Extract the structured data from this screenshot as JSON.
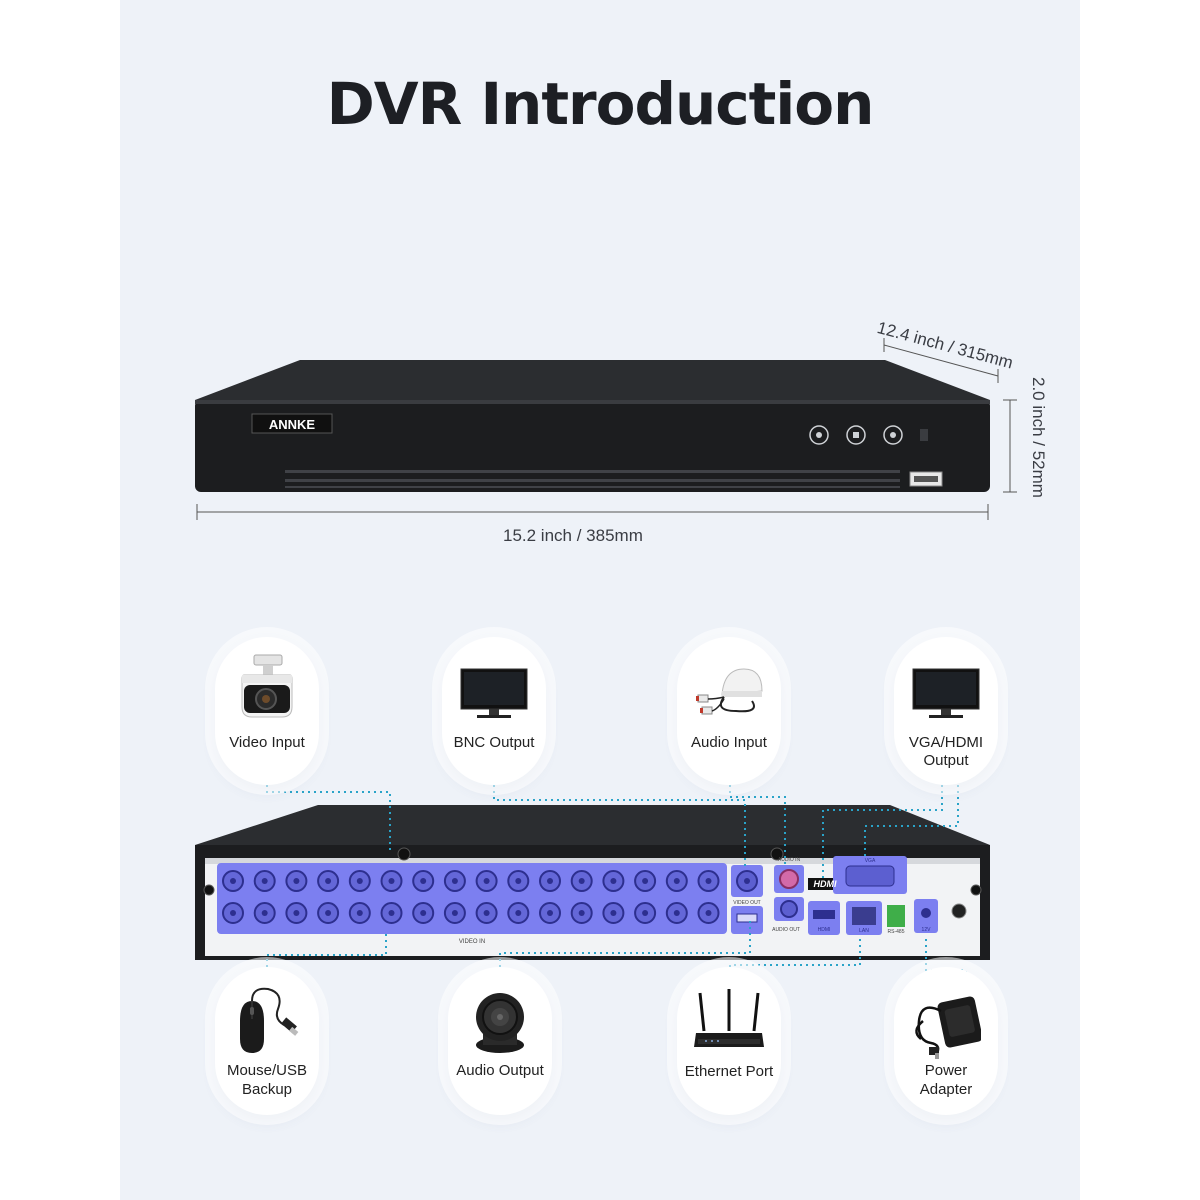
{
  "page": {
    "title": "DVR Introduction"
  },
  "dimensions": {
    "depth": "12.4 inch / 315mm",
    "height": "2.0 inch / 52mm",
    "width": "15.2 inch / 385mm"
  },
  "front_panel": {
    "brand": "ANNKE"
  },
  "rear_panel": {
    "video_in_label": "VIDEO IN",
    "video_out_label": "VIDEO OUT",
    "audio_in_label": "AUDIO IN",
    "audio_out_label": "AUDIO OUT",
    "hdmi_label": "HDMI",
    "vga_label": "VGA",
    "lan_label": "LAN",
    "rs485_label": "RS-485",
    "power_label": "12V"
  },
  "connections_top": [
    {
      "label": "Video Input",
      "icon": "camera-icon"
    },
    {
      "label": "BNC Output",
      "icon": "monitor-icon"
    },
    {
      "label": "Audio Input",
      "icon": "microphone-icon"
    },
    {
      "label": "VGA/HDMI Output",
      "label_line1": "VGA/HDMI",
      "label_line2": "Output",
      "icon": "monitor-icon"
    }
  ],
  "connections_bottom": [
    {
      "label": "Mouse/USB Backup",
      "label_line1": "Mouse/USB",
      "label_line2": "Backup",
      "icon": "mouse-icon"
    },
    {
      "label": "Audio Output",
      "icon": "speaker-icon"
    },
    {
      "label": "Ethernet Port",
      "icon": "router-icon"
    },
    {
      "label": "Power Adapter",
      "label_line1": "Power",
      "label_line2": "Adapter",
      "icon": "power-adapter-icon"
    }
  ],
  "colors": {
    "port_highlight": "#7c7ff0",
    "dotted_line": "#2aa3c8",
    "panel_bg": "#eef2f8"
  }
}
